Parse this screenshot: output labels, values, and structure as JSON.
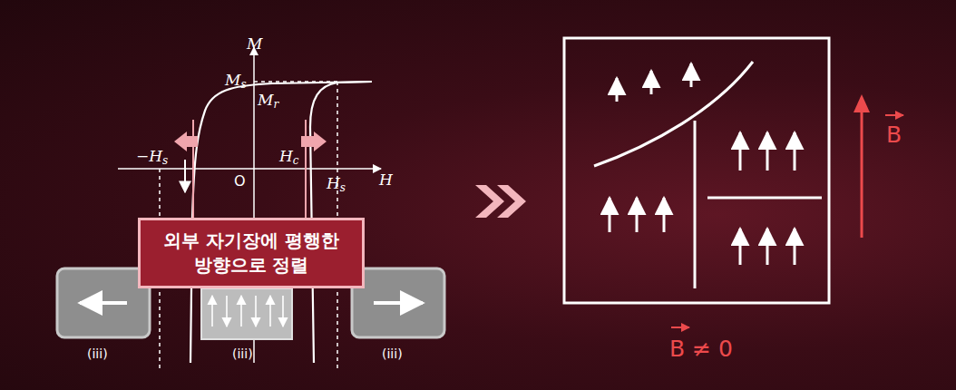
{
  "diagram": {
    "nodes": [
      {
        "text": [
          "외부 자기장에 평행한 방향으로 정렬"
        ]
      }
    ],
    "labels": [
      "M",
      "Ms",
      "Mr",
      "−Hs",
      "O",
      "Hc",
      "Hs",
      "H",
      "(iii)",
      "(iii)",
      "(iii)",
      "B",
      "B ≠ 0"
    ]
  }
}
